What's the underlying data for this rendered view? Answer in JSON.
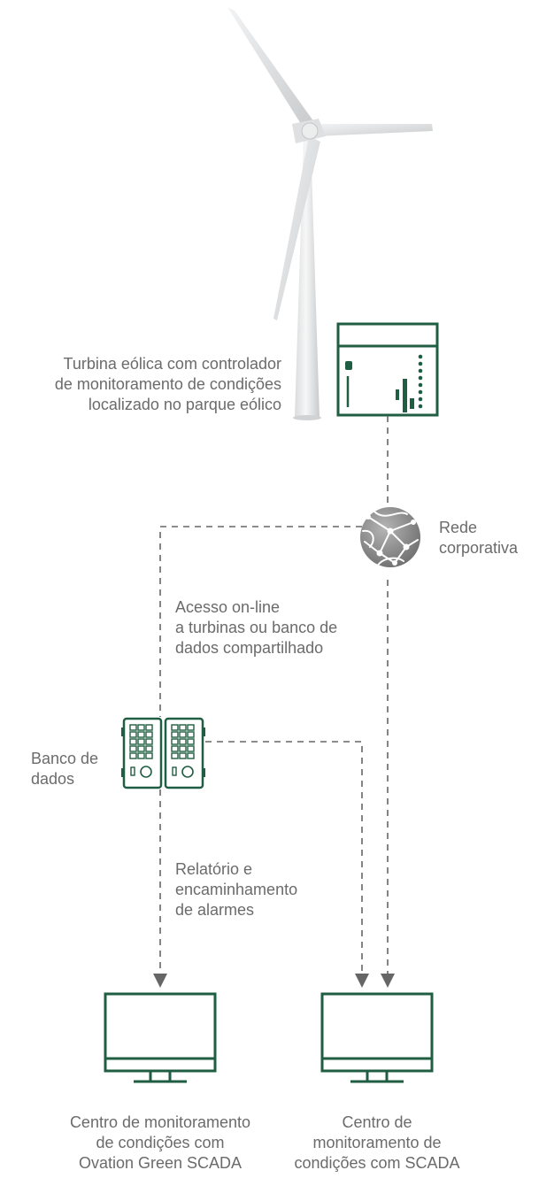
{
  "colors": {
    "accent_green": "#1f5e42",
    "connector_gray": "#666666",
    "label_gray": "#6b6b6b",
    "globe_gray": "#8a8a8a"
  },
  "nodes": {
    "turbine": {
      "icon": "wind-turbine-icon",
      "label_lines": [
        "Turbina eólica com controlador",
        "de monitoramento de condições",
        "localizado no parque eólico"
      ]
    },
    "controller": {
      "icon": "controller-icon"
    },
    "network": {
      "icon": "globe-network-icon",
      "label_lines": [
        "Rede",
        "corporativa"
      ]
    },
    "database": {
      "icon": "database-server-icon",
      "label_lines": [
        "Banco de",
        "dados"
      ]
    },
    "ovation_center": {
      "icon": "monitor-icon",
      "label_lines": [
        "Centro de monitoramento",
        "de condições com",
        "Ovation Green SCADA"
      ]
    },
    "scada_center": {
      "icon": "monitor-icon",
      "label_lines": [
        "Centro de",
        "monitoramento de",
        "condições com SCADA"
      ]
    }
  },
  "edges": {
    "online_access": {
      "label_lines": [
        "Acesso on-line",
        "a turbinas ou banco de",
        "dados compartilhado"
      ]
    },
    "reporting": {
      "label_lines": [
        "Relatório e",
        "encaminhamento",
        "de alarmes"
      ]
    }
  }
}
